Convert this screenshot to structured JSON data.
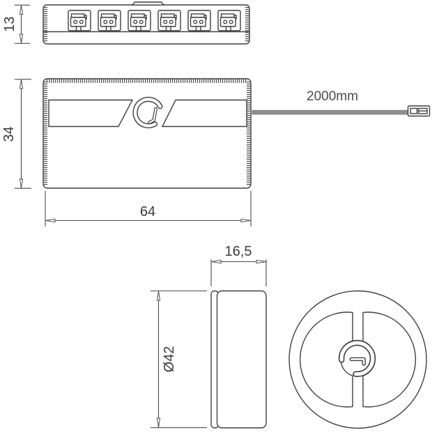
{
  "drawing": {
    "kind": "technical-dimension-drawing",
    "line_color": "#3f3f3f",
    "text_color": "#3c3c3c",
    "cable_color": "#8e8e8e",
    "top_view": {
      "height_dim": "13",
      "ports_count": 6
    },
    "front_view": {
      "height_dim": "34",
      "width_dim": "64",
      "cable_length_label": "2000mm"
    },
    "side_view": {
      "depth_dim": "16,5",
      "diameter_dim": "Ø42"
    }
  }
}
